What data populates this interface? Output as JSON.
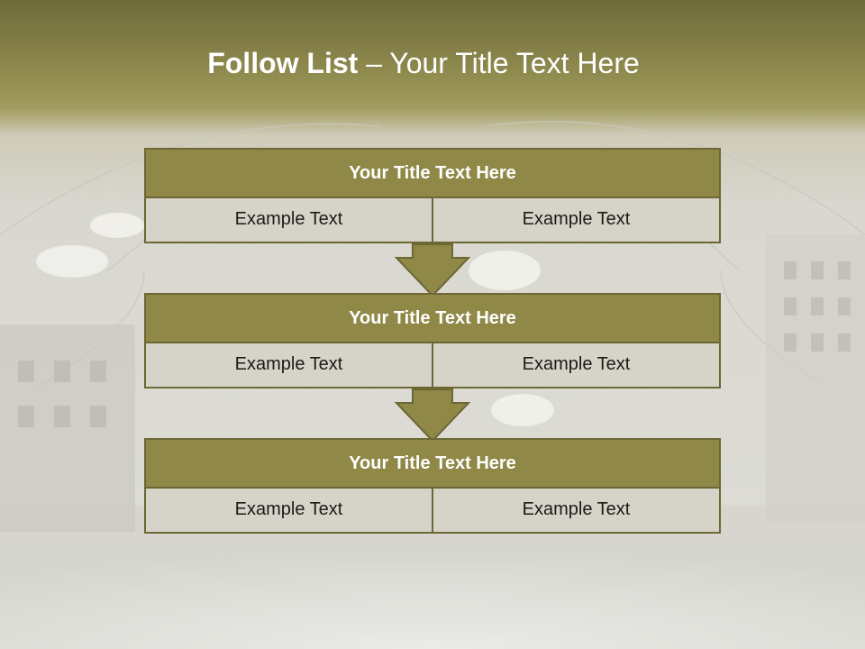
{
  "title": {
    "bold": "Follow List",
    "rest": " – Your Title Text Here"
  },
  "colors": {
    "header_fill": "#8f8847",
    "border": "#6d6735",
    "cell_fill": "#d6d4c8",
    "arrow": "#8f8847"
  },
  "blocks": [
    {
      "title": "Your Title Text Here",
      "left": "Example Text",
      "right": "Example Text"
    },
    {
      "title": "Your Title Text Here",
      "left": "Example Text",
      "right": "Example Text"
    },
    {
      "title": "Your Title Text Here",
      "left": "Example Text",
      "right": "Example Text"
    }
  ]
}
